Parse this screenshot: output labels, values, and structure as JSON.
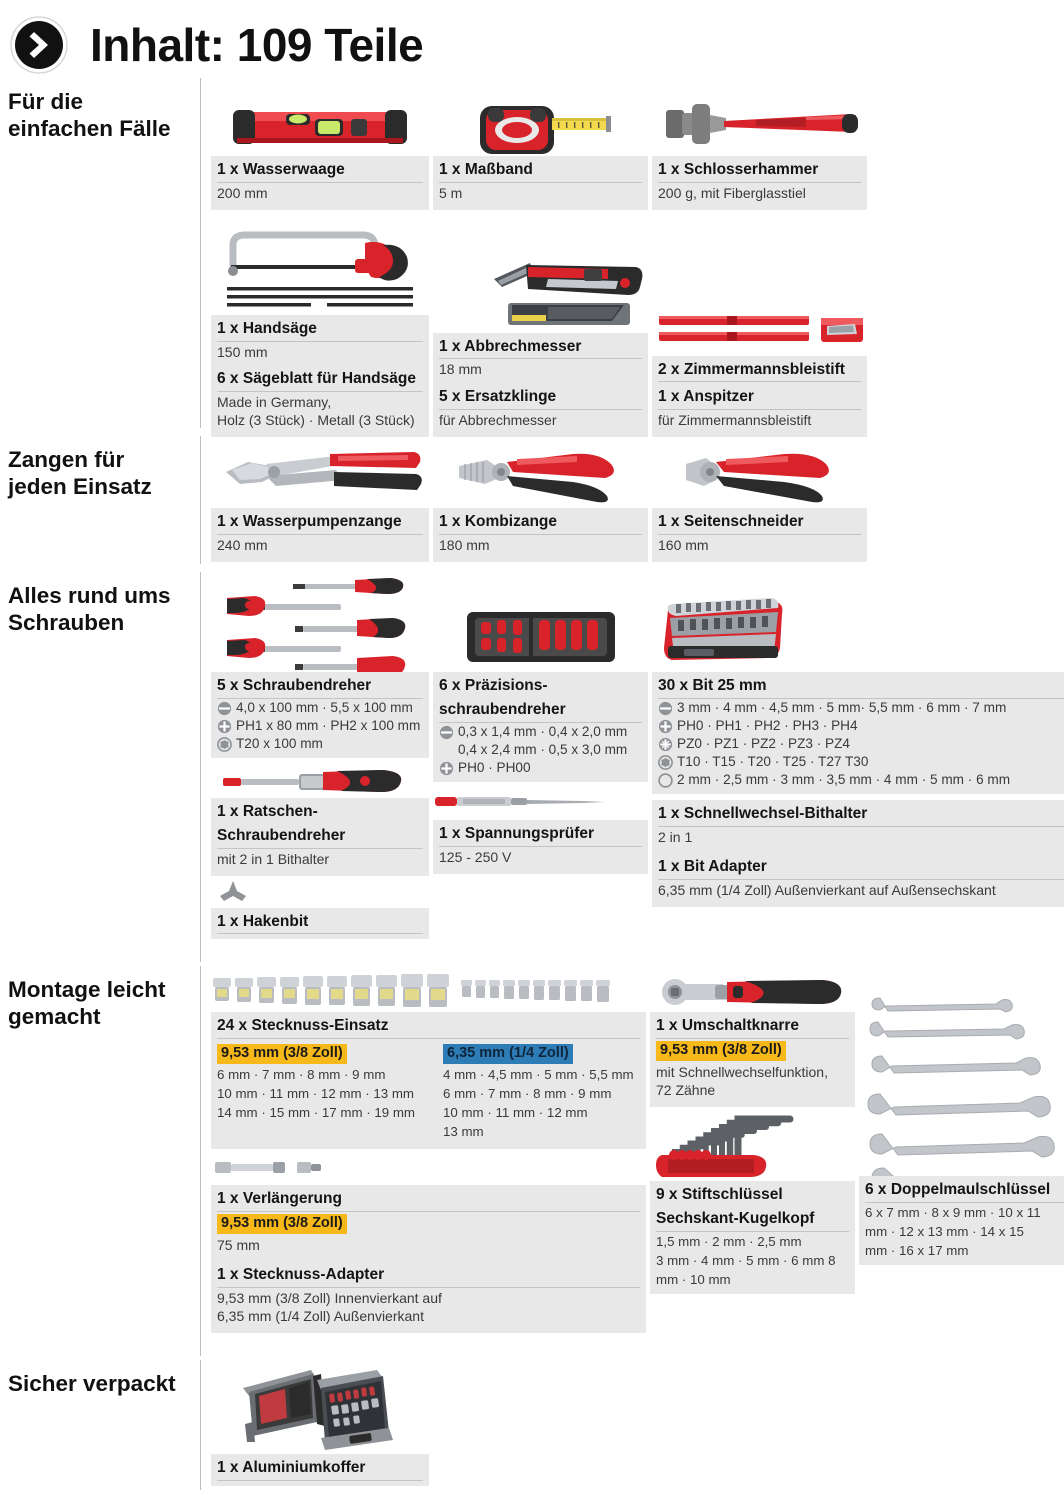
{
  "header": {
    "icon": "chevron-right-circle-icon",
    "title": "Inhalt: 109 Teile"
  },
  "sections": [
    {
      "id": "einfache-faelle",
      "heading": "Für die\neinfachen Fälle",
      "heading_line1": "Für die",
      "heading_line2": "einfachen Fälle",
      "items": [
        {
          "title": "1 x Wasserwaage",
          "sub": "200 mm",
          "image": "spirit-level-image"
        },
        {
          "title": "1 x Maßband",
          "sub": "5 m",
          "image": "tape-measure-image"
        },
        {
          "title": "1 x Schlosserhammer",
          "sub": "200 g, mit Fiberglasstiel",
          "image": "hammer-image"
        },
        {
          "title": "1 x Handsäge",
          "sub": "150 mm",
          "image": "hacksaw-image"
        },
        {
          "title": "6 x Sägeblatt für Handsäge",
          "sub": "Made in Germany,\nHolz (3 Stück) · Metall (3 Stück)",
          "sub_line1": "Made in Germany,",
          "sub_line2": "Holz (3 Stück) · Metall (3 Stück)"
        },
        {
          "title": "1 x Abbrechmesser",
          "sub": "18 mm",
          "image": "utility-knife-image"
        },
        {
          "title": "5 x Ersatzklinge",
          "sub": "für Abbrechmesser"
        },
        {
          "title": "2 x Zimmermannsbleistift",
          "sub": "",
          "image": "carpenter-pencil-image"
        },
        {
          "title": "1 x Anspitzer",
          "sub": "für Zimmermannsbleistift"
        }
      ]
    },
    {
      "id": "zangen",
      "heading_line1": "Zangen für",
      "heading_line2": "jeden Einsatz",
      "items": [
        {
          "title": "1 x Wasserpumpenzange",
          "sub": "240 mm",
          "image": "water-pump-pliers-image"
        },
        {
          "title": "1 x Kombizange",
          "sub": "180 mm",
          "image": "combination-pliers-image"
        },
        {
          "title": "1 x Seitenschneider",
          "sub": "160 mm",
          "image": "side-cutter-image"
        }
      ]
    },
    {
      "id": "schrauben",
      "heading_line1": "Alles rund ums",
      "heading_line2": "Schrauben",
      "items": [
        {
          "title": "5 x Schraubendreher",
          "specs": [
            {
              "icon": "slotted-icon",
              "text": "4,0 x 100 mm · 5,5 x 100 mm"
            },
            {
              "icon": "phillips-icon",
              "text": "PH1 x 80 mm · PH2 x 100 mm"
            },
            {
              "icon": "torx-icon",
              "text": "T20 x 100 mm"
            }
          ],
          "image": "screwdriver-set-image"
        },
        {
          "title": "6 x Präzisions-\nschraubendreher",
          "title_line1": "6 x Präzisions-",
          "title_line2": "schraubendreher",
          "specs": [
            {
              "icon": "slotted-icon",
              "text": "0,3 x 1,4 mm · 0,4 x 2,0 mm"
            },
            {
              "icon": "none",
              "text": "0,4 x 2,4 mm · 0,5 x 3,0 mm",
              "indent": true
            },
            {
              "icon": "phillips-icon",
              "text": "PH0 · PH00"
            }
          ],
          "image": "precision-screwdriver-set-image"
        },
        {
          "title": "30 x Bit 25 mm",
          "specs": [
            {
              "icon": "slotted-icon",
              "text": "3 mm · 4 mm · 4,5 mm · 5 mm· 5,5 mm · 6 mm · 7 mm"
            },
            {
              "icon": "phillips-icon",
              "text": "PH0 · PH1 · PH2 · PH3 · PH4"
            },
            {
              "icon": "pozidriv-icon",
              "text": "PZ0 · PZ1 · PZ2 · PZ3 · PZ4"
            },
            {
              "icon": "torx-icon",
              "text": "T10 · T15 · T20 · T25 · T27 T30"
            },
            {
              "icon": "hex-icon",
              "text": "2 mm · 2,5 mm · 3 mm · 3,5 mm · 4 mm · 5 mm · 6 mm"
            }
          ],
          "image": "bit-box-image"
        },
        {
          "title": "1 x Ratschen-\nSchraubendreher",
          "title_line1": "1 x Ratschen-",
          "title_line2": "Schraubendreher",
          "sub": "mit 2 in 1 Bithalter",
          "image": "ratchet-screwdriver-image"
        },
        {
          "title": "1 x Hakenbit",
          "sub": "",
          "image": "hook-bit-image"
        },
        {
          "title": "1 x Spannungsprüfer",
          "sub": "125 - 250 V",
          "image": "voltage-tester-image"
        },
        {
          "title": "1 x Schnellwechsel-Bithalter",
          "sub": "2 in 1"
        },
        {
          "title": "1 x Bit Adapter",
          "sub": "6,35 mm (1/4 Zoll) Außenvierkant auf Außensechskant"
        }
      ]
    },
    {
      "id": "montage",
      "heading_line1": "Montage leicht",
      "heading_line2": "gemacht",
      "items": [
        {
          "title": "24 x Stecknuss-Einsatz",
          "image": "socket-set-image",
          "groups": [
            {
              "badge": "9,53 mm (3/8 Zoll)",
              "badge_color": "gold",
              "lines": [
                "6 mm · 7 mm · 8 mm · 9 mm",
                "10 mm · 11 mm · 12 mm · 13 mm",
                "14 mm · 15 mm · 17 mm · 19 mm"
              ]
            },
            {
              "badge": "6,35 mm (1/4 Zoll)",
              "badge_color": "blue",
              "lines": [
                "4 mm · 4,5 mm · 5 mm · 5,5 mm",
                "6 mm · 7 mm · 8 mm · 9 mm",
                "10 mm · 11 mm · 12 mm",
                "13 mm"
              ]
            }
          ]
        },
        {
          "title": "1 x Umschaltknarre",
          "badge": "9,53 mm (3/8 Zoll)",
          "badge_color": "gold",
          "sub_line1": "mit Schnellwechselfunktion,",
          "sub_line2": "72 Zähne",
          "image": "ratchet-image"
        },
        {
          "title": "1 x Verlängerung",
          "badge": "9,53 mm (3/8 Zoll)",
          "badge_color": "gold",
          "sub": "75 mm",
          "image": "extension-bar-image"
        },
        {
          "title": "1 x Stecknuss-Adapter",
          "sub_line1": "9,53 mm (3/8 Zoll) Innenvierkant auf",
          "sub_line2": "6,35 mm (1/4 Zoll) Außenvierkant"
        },
        {
          "title": "9 x Stiftschlüssel\nSechskant-Kugelkopf",
          "title_line1": "9 x Stiftschlüssel",
          "title_line2": "Sechskant-Kugelkopf",
          "sub_lines": [
            "1,5 mm · 2 mm · 2,5 mm",
            "3 mm · 4 mm · 5 mm · 6 mm 8",
            "mm · 10 mm"
          ],
          "image": "hex-key-set-image"
        },
        {
          "title": "6 x Doppelmaulschlüssel",
          "sub_lines": [
            "6 x 7 mm · 8 x 9 mm · 10 x 11",
            "mm · 12 x 13 mm · 14 x 15",
            "mm · 16 x 17 mm"
          ],
          "image": "open-end-wrench-set-image"
        }
      ]
    },
    {
      "id": "verpackt",
      "heading_line1": "Sicher verpackt",
      "heading_line2": "",
      "items": [
        {
          "title": "1 x Aluminiumkoffer",
          "sub": "",
          "image": "aluminium-case-image"
        }
      ]
    }
  ],
  "colors": {
    "badge_gold": "#f7b81a",
    "badge_blue": "#2d7cb5",
    "card_bg": "#e8e8e8",
    "tool_red": "#d8232a",
    "tool_dark": "#262626",
    "metal": "#b9bcc0"
  }
}
